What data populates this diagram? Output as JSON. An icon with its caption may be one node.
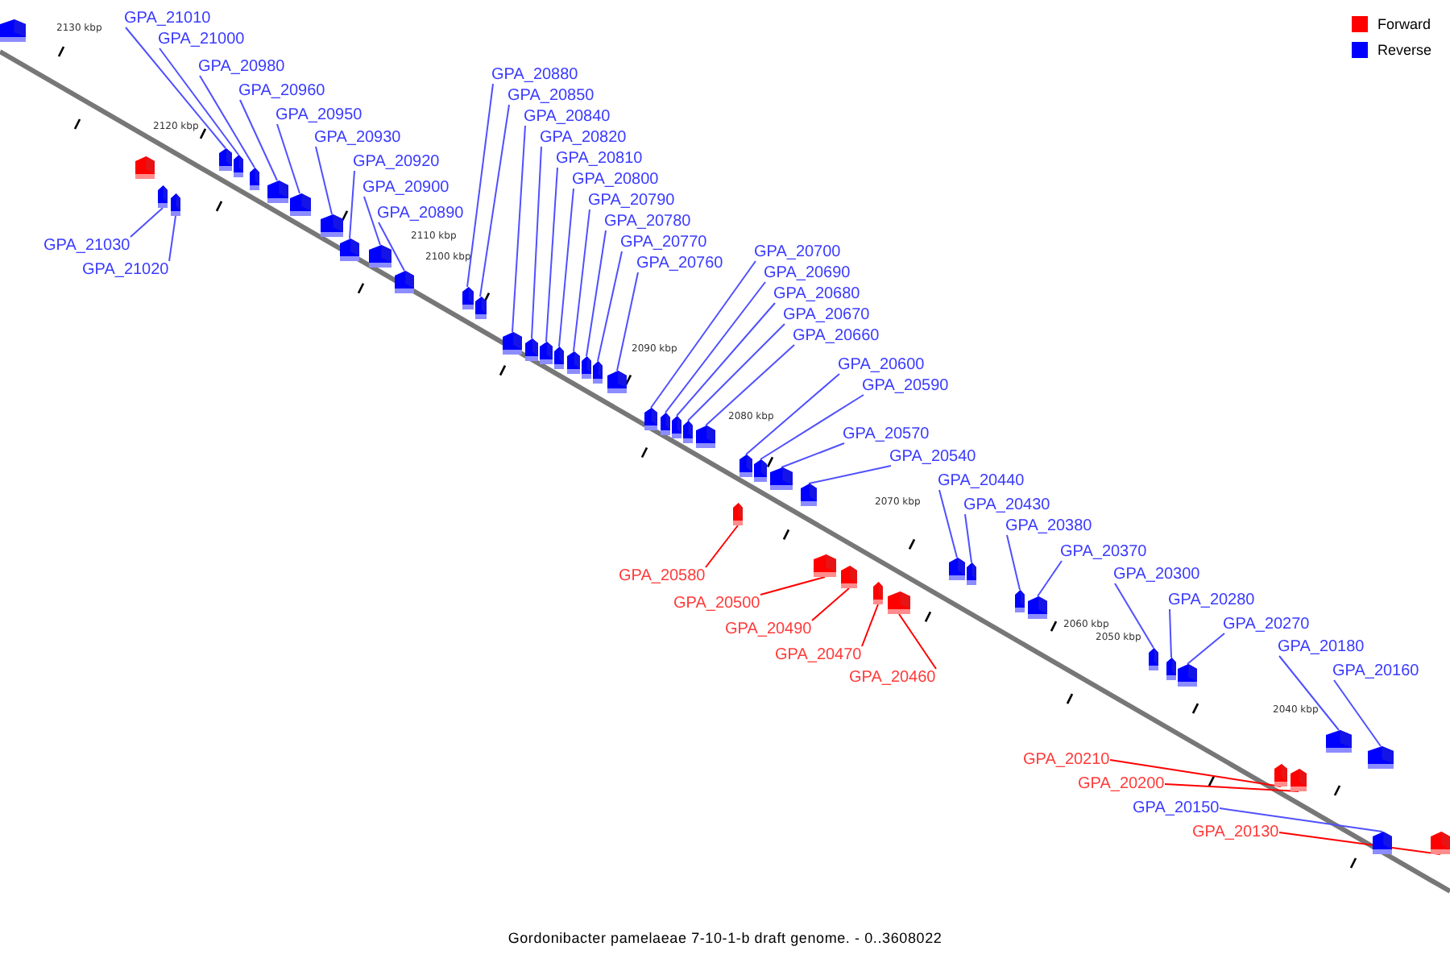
{
  "diagram": {
    "caption": "Gordonibacter pamelaeae 7-10-1-b draft genome. - 0..3608022",
    "nodes": [
      {
        "text": [
          "GPA_21010"
        ]
      },
      {
        "text": [
          "GPA_21000"
        ]
      },
      {
        "text": [
          "GPA_20980"
        ]
      },
      {
        "text": [
          "GPA_20960"
        ]
      },
      {
        "text": [
          "GPA_20950"
        ]
      },
      {
        "text": [
          "GPA_20930"
        ]
      },
      {
        "text": [
          "GPA_20920"
        ]
      },
      {
        "text": [
          "GPA_20900"
        ]
      },
      {
        "text": [
          "GPA_20890"
        ]
      },
      {
        "text": [
          "GPA_20880"
        ]
      },
      {
        "text": [
          "GPA_20850"
        ]
      },
      {
        "text": [
          "GPA_20840"
        ]
      },
      {
        "text": [
          "GPA_20820"
        ]
      },
      {
        "text": [
          "GPA_20810"
        ]
      },
      {
        "text": [
          "GPA_20800"
        ]
      },
      {
        "text": [
          "GPA_20790"
        ]
      },
      {
        "text": [
          "GPA_20780"
        ]
      },
      {
        "text": [
          "GPA_20770"
        ]
      },
      {
        "text": [
          "GPA_20760"
        ]
      },
      {
        "text": [
          "GPA_20690"
        ]
      },
      {
        "text": [
          "GPA_20680"
        ]
      },
      {
        "text": [
          "GPA_20670"
        ]
      },
      {
        "text": [
          "GPA_20660"
        ]
      },
      {
        "text": [
          "GPA_20700"
        ]
      },
      {
        "text": [
          "GPA_20590"
        ]
      },
      {
        "text": [
          "GPA_20600"
        ]
      },
      {
        "text": [
          "GPA_20570"
        ]
      },
      {
        "text": [
          "GPA_20540"
        ]
      },
      {
        "text": [
          "GPA_20440"
        ]
      },
      {
        "text": [
          "GPA_20430"
        ]
      },
      {
        "text": [
          "GPA_20380"
        ]
      },
      {
        "text": [
          "GPA_20370"
        ]
      },
      {
        "text": [
          "GPA_20300"
        ]
      },
      {
        "text": [
          "GPA_20280"
        ]
      },
      {
        "text": [
          "GPA_20270"
        ]
      },
      {
        "text": [
          "GPA_20180"
        ]
      },
      {
        "text": [
          "GPA_20160"
        ]
      },
      {
        "text": [
          "GPA_21030"
        ]
      },
      {
        "text": [
          "GPA_21020"
        ]
      },
      {
        "text": [
          "GPA_20580"
        ]
      },
      {
        "text": [
          "GPA_20500"
        ]
      },
      {
        "text": [
          "GPA_20490"
        ]
      },
      {
        "text": [
          "GPA_20470"
        ]
      },
      {
        "text": [
          "GPA_20460"
        ]
      },
      {
        "text": [
          "GPA_20210"
        ]
      },
      {
        "text": [
          "GPA_20200"
        ]
      },
      {
        "text": [
          "GPA_20150"
        ]
      },
      {
        "text": [
          "GPA_20130"
        ]
      },
      {
        "text": [],
        "shape": "box"
      },
      {
        "text": [],
        "shape": "box"
      },
      {
        "text": [],
        "shape": "box"
      },
      {
        "text": [],
        "shape": "box"
      },
      {
        "text": [],
        "shape": "box"
      },
      {
        "text": [],
        "shape": "box"
      },
      {
        "text": [],
        "shape": "box"
      },
      {
        "text": [],
        "shape": "box"
      },
      {
        "text": [],
        "shape": "box"
      },
      {
        "text": [],
        "shape": "box"
      },
      {
        "text": [],
        "shape": "box"
      },
      {
        "text": [],
        "shape": "box"
      },
      {
        "text": [],
        "shape": "box"
      },
      {
        "text": [],
        "shape": "box"
      },
      {
        "text": [],
        "shape": "box"
      },
      {
        "text": [],
        "shape": "box"
      },
      {
        "text": [],
        "shape": "box"
      },
      {
        "text": [],
        "shape": "box"
      },
      {
        "text": [],
        "shape": "box"
      },
      {
        "text": [],
        "shape": "box"
      },
      {
        "text": [],
        "shape": "box"
      },
      {
        "text": [],
        "shape": "box"
      },
      {
        "text": [],
        "shape": "box"
      },
      {
        "text": [],
        "shape": "box"
      },
      {
        "text": [],
        "shape": "box"
      },
      {
        "text": [],
        "shape": "box"
      },
      {
        "text": [],
        "shape": "box"
      },
      {
        "text": [],
        "shape": "box"
      },
      {
        "text": [],
        "shape": "box"
      },
      {
        "text": [],
        "shape": "box"
      },
      {
        "text": [],
        "shape": "box"
      },
      {
        "text": [],
        "shape": "box"
      },
      {
        "text": [],
        "shape": "box"
      },
      {
        "text": [],
        "shape": "box"
      },
      {
        "text": [],
        "shape": "box"
      },
      {
        "text": [],
        "shape": "box"
      },
      {
        "text": [],
        "shape": "box"
      },
      {
        "text": [],
        "shape": "box"
      },
      {
        "text": [],
        "shape": "box"
      },
      {
        "text": [],
        "shape": "box"
      },
      {
        "text": [],
        "shape": "box"
      },
      {
        "text": [],
        "shape": "box"
      },
      {
        "text": [],
        "shape": "box"
      },
      {
        "text": [],
        "shape": "box"
      },
      {
        "text": [],
        "shape": "box"
      },
      {
        "text": [],
        "shape": "box"
      },
      {
        "text": [],
        "shape": "box"
      },
      {
        "text": [],
        "shape": "box"
      },
      {
        "text": [],
        "shape": "box"
      },
      {
        "text": [],
        "shape": "box"
      }
    ],
    "edges": [
      {
        "from": 0,
        "to": 52,
        "arrow": "none"
      },
      {
        "from": 1,
        "to": 53,
        "arrow": "none"
      },
      {
        "from": 2,
        "to": 54,
        "arrow": "none"
      },
      {
        "from": 3,
        "to": 55,
        "arrow": "none"
      },
      {
        "from": 4,
        "to": 56,
        "arrow": "none"
      },
      {
        "from": 5,
        "to": 57,
        "arrow": "none"
      },
      {
        "from": 6,
        "to": 58,
        "arrow": "none"
      },
      {
        "from": 7,
        "to": 59,
        "arrow": "none"
      },
      {
        "from": 8,
        "to": 60,
        "arrow": "none"
      },
      {
        "from": 9,
        "to": 61,
        "arrow": "none"
      },
      {
        "from": 10,
        "to": 62,
        "arrow": "none"
      },
      {
        "from": 11,
        "to": 63,
        "arrow": "none"
      },
      {
        "from": 12,
        "to": 64,
        "arrow": "none"
      },
      {
        "from": 13,
        "to": 65,
        "arrow": "none"
      },
      {
        "from": 14,
        "to": 66,
        "arrow": "none"
      },
      {
        "from": 15,
        "to": 67,
        "arrow": "none"
      },
      {
        "from": 16,
        "to": 68,
        "arrow": "none"
      },
      {
        "from": 17,
        "to": 69,
        "arrow": "none"
      },
      {
        "from": 18,
        "to": 70,
        "arrow": "none"
      },
      {
        "from": 19,
        "to": 72,
        "arrow": "none"
      },
      {
        "from": 20,
        "to": 73,
        "arrow": "none"
      },
      {
        "from": 21,
        "to": 74,
        "arrow": "none"
      },
      {
        "from": 22,
        "to": 75,
        "arrow": "none"
      },
      {
        "from": 23,
        "to": 71,
        "arrow": "none"
      },
      {
        "from": 24,
        "to": 78,
        "arrow": "none"
      },
      {
        "from": 25,
        "to": 77,
        "arrow": "none"
      },
      {
        "from": 26,
        "to": 79,
        "arrow": "none"
      },
      {
        "from": 27,
        "to": 80,
        "arrow": "none"
      },
      {
        "from": 28,
        "to": 85,
        "arrow": "none"
      },
      {
        "from": 29,
        "to": 86,
        "arrow": "none"
      },
      {
        "from": 30,
        "to": 87,
        "arrow": "none"
      },
      {
        "from": 31,
        "to": 88,
        "arrow": "none"
      },
      {
        "from": 32,
        "to": 89,
        "arrow": "none"
      },
      {
        "from": 33,
        "to": 90,
        "arrow": "none"
      },
      {
        "from": 34,
        "to": 91,
        "arrow": "none"
      },
      {
        "from": 35,
        "to": 94,
        "arrow": "none"
      },
      {
        "from": 36,
        "to": 95,
        "arrow": "none"
      },
      {
        "from": 37,
        "to": 50,
        "arrow": "none"
      },
      {
        "from": 38,
        "to": 51,
        "arrow": "none"
      },
      {
        "from": 39,
        "to": 76,
        "arrow": "none",
        "color": "#ff0000"
      },
      {
        "from": 40,
        "to": 81,
        "arrow": "none",
        "color": "#ff0000"
      },
      {
        "from": 41,
        "to": 82,
        "arrow": "none",
        "color": "#ff0000"
      },
      {
        "from": 42,
        "to": 83,
        "arrow": "none",
        "color": "#ff0000"
      },
      {
        "from": 43,
        "to": 84,
        "arrow": "none",
        "color": "#ff0000"
      },
      {
        "from": 44,
        "to": 92,
        "arrow": "none",
        "color": "#ff0000"
      },
      {
        "from": 45,
        "to": 93,
        "arrow": "none",
        "color": "#ff0000"
      },
      {
        "from": 46,
        "to": 96,
        "arrow": "none"
      },
      {
        "from": 47,
        "to": 97,
        "arrow": "none",
        "color": "#ff0000"
      }
    ],
    "labels": [
      "2130 kbp",
      "2120 kbp",
      "2110 kbp",
      "2100 kbp",
      "2090 kbp",
      "2080 kbp",
      "2070 kbp",
      "2060 kbp",
      "2050 kbp",
      "2040 kbp"
    ],
    "legend": [
      {
        "text": "Forward",
        "color": "#ff0000"
      },
      {
        "text": "Reverse",
        "color": "#0000ff"
      }
    ]
  }
}
